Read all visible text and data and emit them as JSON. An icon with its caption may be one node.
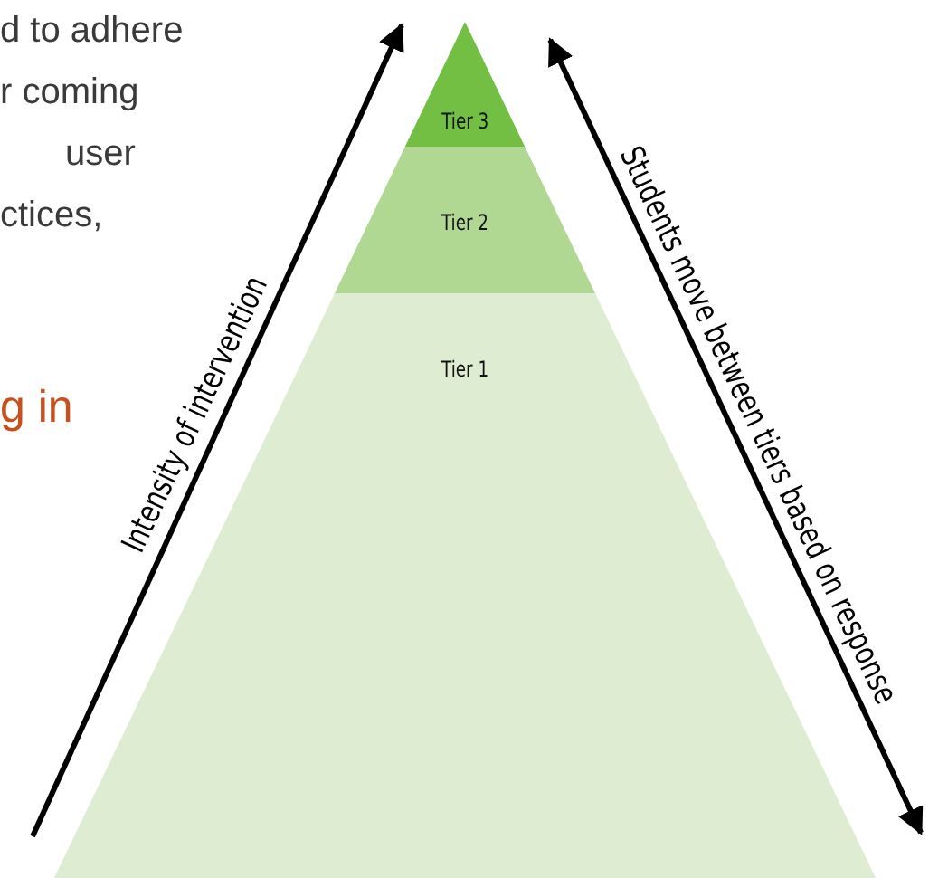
{
  "diagram": {
    "nodes": [
      {
        "text": [
          "Tier 3"
        ]
      },
      {
        "text": [
          "Tier 2"
        ]
      },
      {
        "text": [
          "Tier 1"
        ]
      }
    ],
    "edges": [
      {
        "from": 0,
        "to": 2,
        "arrow": "both",
        "label": "Students move between tiers based on response"
      }
    ],
    "labels": [
      "d to adhere",
      "r coming",
      "user",
      "ctices,",
      "g in",
      "Intensity of intervention"
    ]
  }
}
